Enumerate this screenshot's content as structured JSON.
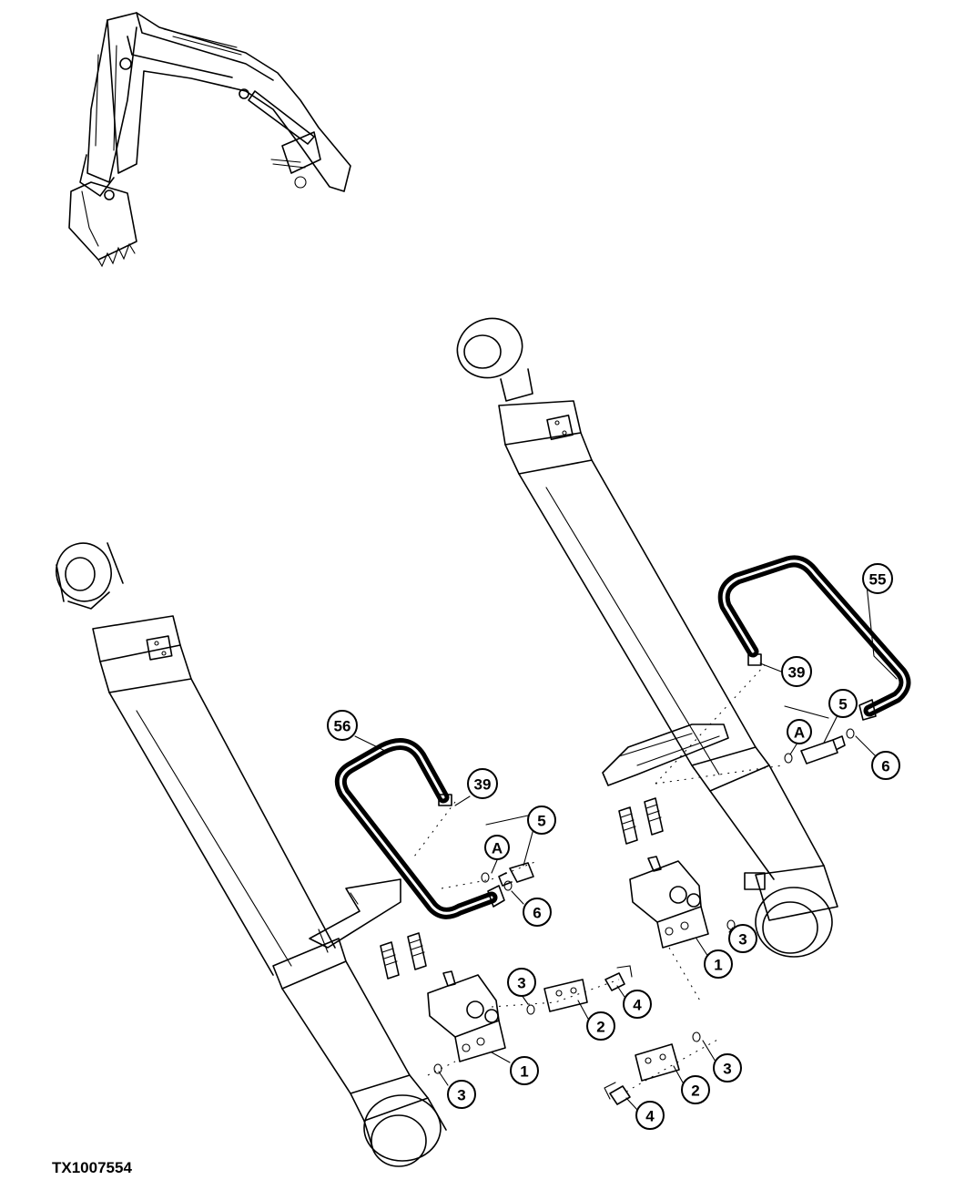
{
  "figure_id": "TX1007554",
  "callouts": [
    {
      "label": "56"
    },
    {
      "label": "39"
    },
    {
      "label": "5"
    },
    {
      "label": "A"
    },
    {
      "label": "6"
    },
    {
      "label": "3"
    },
    {
      "label": "4"
    },
    {
      "label": "2"
    },
    {
      "label": "1"
    },
    {
      "label": "3"
    },
    {
      "label": "55"
    },
    {
      "label": "39"
    },
    {
      "label": "5"
    },
    {
      "label": "A"
    },
    {
      "label": "6"
    },
    {
      "label": "3"
    },
    {
      "label": "1"
    },
    {
      "label": "3"
    },
    {
      "label": "2"
    },
    {
      "label": "4"
    }
  ]
}
